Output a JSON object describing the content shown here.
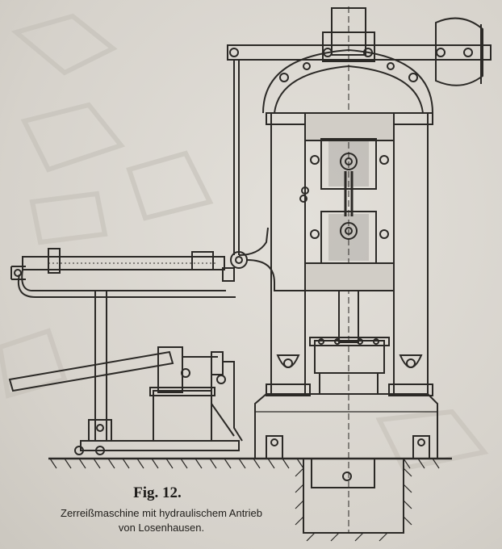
{
  "figure": {
    "label": "Fig. 12.",
    "caption_line1": "Zerreißmaschine mit hydraulischem Antrieb",
    "caption_line2": "von Losenhausen."
  },
  "drawing": {
    "ink_color": "#2b2926",
    "paper_color": "#dcd9d2"
  }
}
